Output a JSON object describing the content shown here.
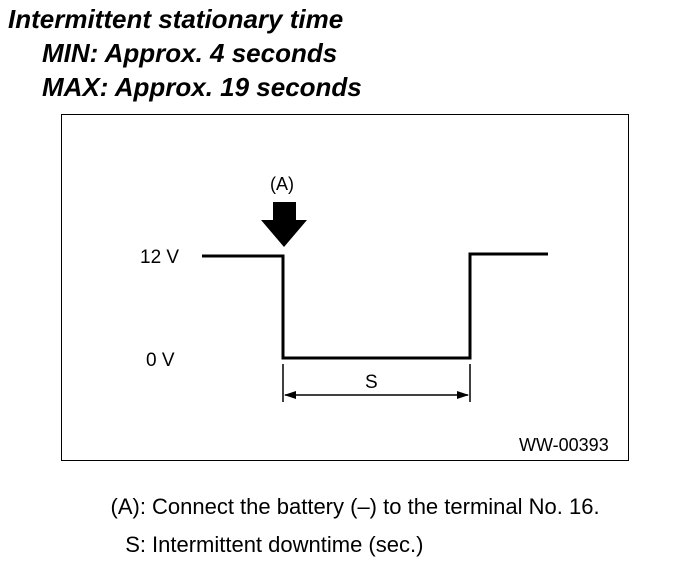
{
  "header": {
    "title": "Intermittent stationary time",
    "min_line": "MIN: Approx. 4 seconds",
    "max_line": "MAX: Approx. 19 seconds"
  },
  "diagram": {
    "label_12v": "12 V",
    "label_0v": "0 V",
    "marker_label": "(A)",
    "span_label": "S",
    "figure_code": "WW-00393",
    "line_color": "#000000"
  },
  "legend": {
    "items": [
      {
        "key": "(A):",
        "text": "Connect the battery (–) to the terminal No. 16."
      },
      {
        "key": "S:",
        "text": "Intermittent downtime (sec.)"
      }
    ]
  }
}
